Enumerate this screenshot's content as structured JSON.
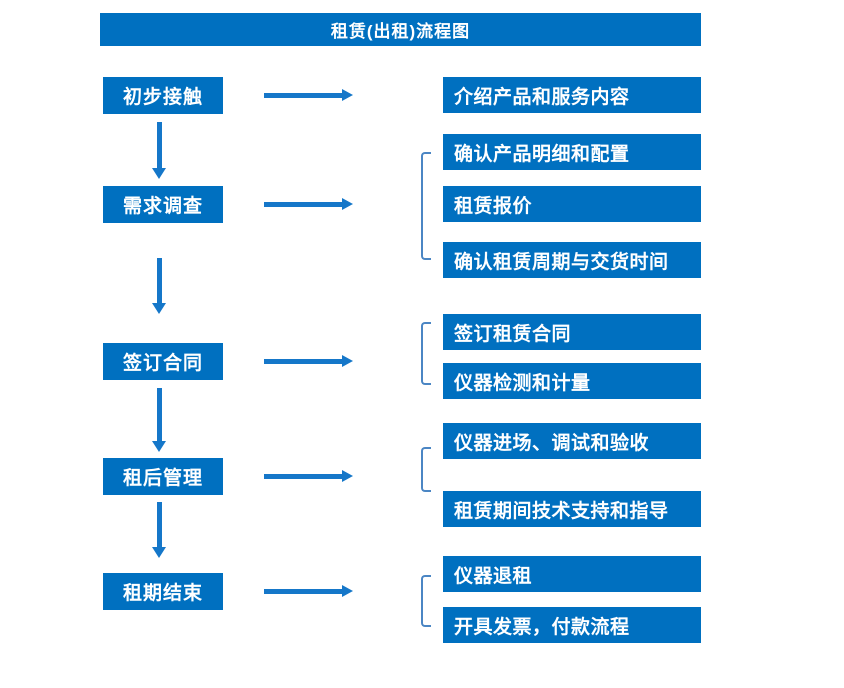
{
  "title": "租赁(出租)流程图",
  "colors": {
    "box": "#0070C0",
    "arrow": "#1577C9",
    "bracket": "#4B86C4",
    "text": "#FFFFFF"
  },
  "steps": [
    {
      "label": "初步接触",
      "details": [
        "介绍产品和服务内容"
      ]
    },
    {
      "label": "需求调查",
      "details": [
        "确认产品明细和配置",
        "租赁报价",
        "确认租赁周期与交货时间"
      ]
    },
    {
      "label": "签订合同",
      "details": [
        "签订租赁合同",
        "仪器检测和计量"
      ]
    },
    {
      "label": "租后管理",
      "details": [
        "仪器进场、调试和验收",
        "租赁期间技术支持和指导"
      ]
    },
    {
      "label": "租期结束",
      "details": [
        "仪器退租",
        "开具发票，付款流程"
      ]
    }
  ]
}
